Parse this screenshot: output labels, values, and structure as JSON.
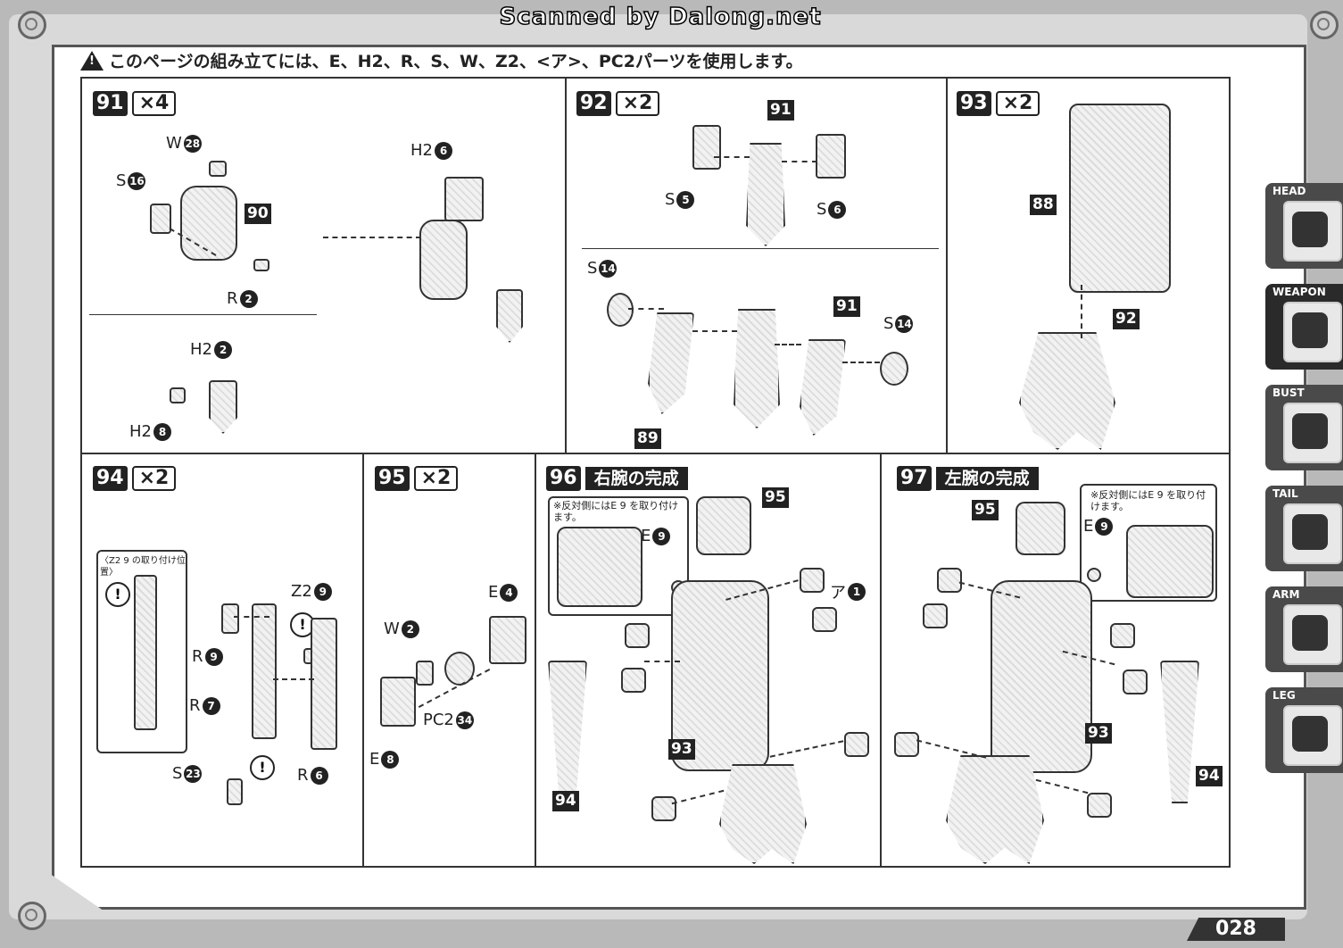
{
  "header": {
    "credit": "Scanned by Dalong.net",
    "notice": "このページの組み立てには、E、H2、R、S、W、Z2、<ア>、PC2パーツを使用します。"
  },
  "steps": {
    "s91": {
      "num": "91",
      "mult": "×4"
    },
    "s92": {
      "num": "92",
      "mult": "×2"
    },
    "s93": {
      "num": "93",
      "mult": "×2"
    },
    "s94": {
      "num": "94",
      "mult": "×2"
    },
    "s95": {
      "num": "95",
      "mult": "×2"
    },
    "s96": {
      "num": "96",
      "title": "右腕の完成"
    },
    "s97": {
      "num": "97",
      "title": "左腕の完成"
    }
  },
  "labels": {
    "w28": {
      "p": "W",
      "n": "28"
    },
    "s16": {
      "p": "S",
      "n": "16"
    },
    "r2": {
      "p": "R",
      "n": "2"
    },
    "h2_6": {
      "p": "H2",
      "n": "6"
    },
    "h2_2": {
      "p": "H2",
      "n": "2"
    },
    "h2_8": {
      "p": "H2",
      "n": "8"
    },
    "s5": {
      "p": "S",
      "n": "5"
    },
    "s6": {
      "p": "S",
      "n": "6"
    },
    "s14a": {
      "p": "S",
      "n": "14"
    },
    "s14b": {
      "p": "S",
      "n": "14"
    },
    "z2_9": {
      "p": "Z2",
      "n": "9"
    },
    "r9": {
      "p": "R",
      "n": "9"
    },
    "r7": {
      "p": "R",
      "n": "7"
    },
    "r6": {
      "p": "R",
      "n": "6"
    },
    "s23": {
      "p": "S",
      "n": "23"
    },
    "e4": {
      "p": "E",
      "n": "4"
    },
    "w2": {
      "p": "W",
      "n": "2"
    },
    "pc2_34": {
      "p": "PC2",
      "n": "34"
    },
    "e8": {
      "p": "E",
      "n": "8"
    },
    "e9a": {
      "p": "E",
      "n": "9"
    },
    "e9b": {
      "p": "E",
      "n": "9"
    },
    "a1": {
      "p": "ア",
      "n": "1"
    }
  },
  "refs": {
    "r90": "90",
    "r91a": "91",
    "r91b": "91",
    "r89": "89",
    "r88": "88",
    "r92": "92",
    "r95a": "95",
    "r93a": "93",
    "r94a": "94",
    "r95b": "95",
    "r93b": "93",
    "r94b": "94"
  },
  "notes": {
    "z2pos": "〈Z2 9 の取り付け位置〉",
    "opp1": "※反対側にはE 9 を取り付けます。",
    "opp2": "※反対側にはE 9 を取り付けます。"
  },
  "sidebar": [
    {
      "label": "HEAD"
    },
    {
      "label": "WEAPON"
    },
    {
      "label": "BUST"
    },
    {
      "label": "TAIL"
    },
    {
      "label": "ARM"
    },
    {
      "label": "LEG"
    }
  ],
  "page_number": "028"
}
